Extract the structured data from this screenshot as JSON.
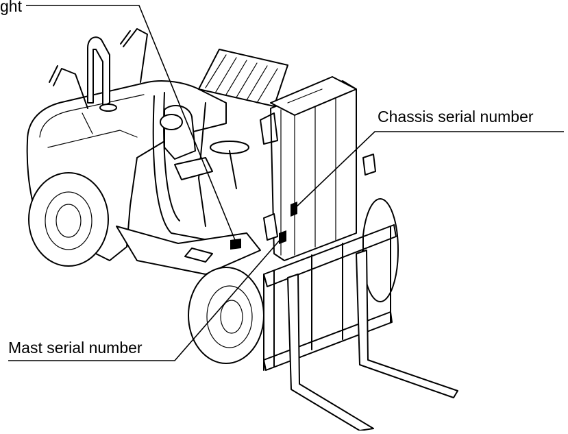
{
  "diagram": {
    "callouts": {
      "weight": "ght",
      "chassis_serial": "Chassis serial number",
      "mast_serial": "Mast serial number"
    },
    "colors": {
      "ink": "#000000",
      "background": "#ffffff"
    }
  }
}
